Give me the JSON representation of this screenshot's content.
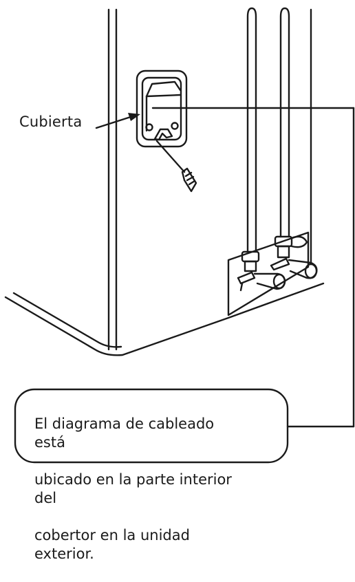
{
  "labels": {
    "cover": "Cubierta"
  },
  "note": {
    "lines": [
      "El diagrama de cableado está",
      "ubicado en la parte interior del",
      "cobertor en la unidad exterior."
    ]
  },
  "colors": {
    "ink": "#1a1a1a",
    "background": "#ffffff"
  }
}
